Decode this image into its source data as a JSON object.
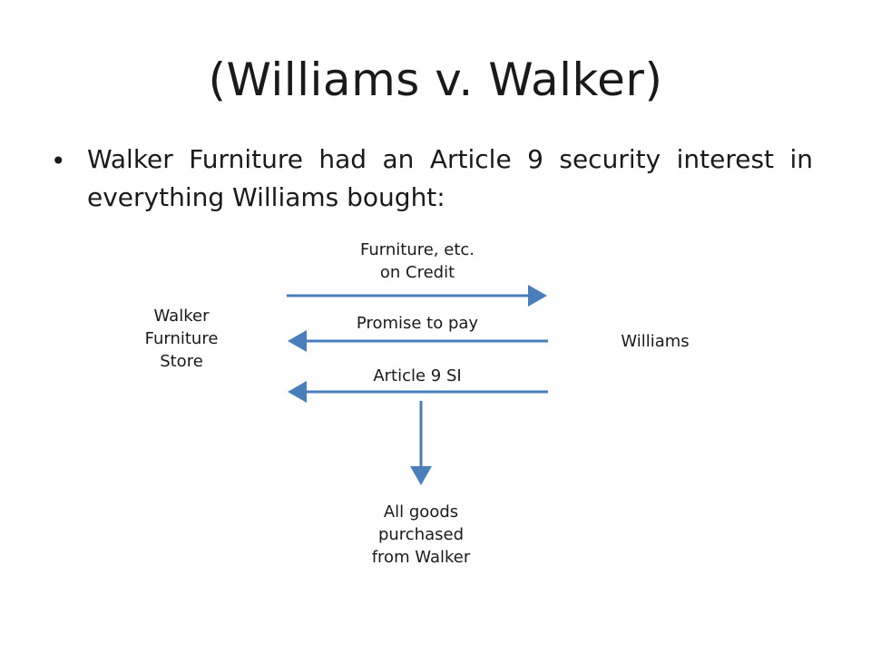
{
  "slide": {
    "title": "(Williams v. Walker)",
    "bullet": "Walker Furniture had an Article 9 security interest in everything Williams bought:"
  },
  "diagram": {
    "left_party": [
      "Walker",
      "Furniture",
      "Store"
    ],
    "right_party": "Williams",
    "arrow_top_label": [
      "Furniture, etc.",
      "on Credit"
    ],
    "arrow_middle_label": "Promise to pay",
    "arrow_bottom_label": "Article 9 SI",
    "down_arrow_label": [
      "All goods",
      "purchased",
      "from Walker"
    ],
    "arrow_color": "#4a7ebb"
  }
}
